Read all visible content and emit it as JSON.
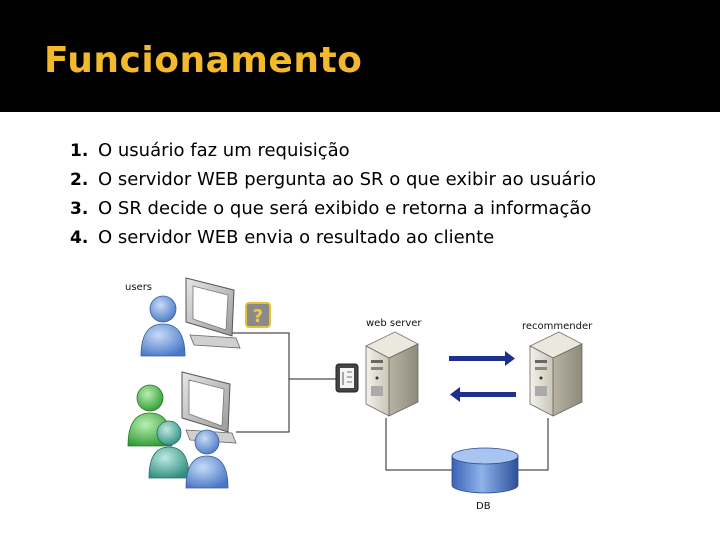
{
  "title": "Funcionamento",
  "steps": [
    {
      "num": "1.",
      "text": "O usuário faz um requisição"
    },
    {
      "num": "2.",
      "text": "O servidor WEB pergunta ao SR o que exibir ao usuário"
    },
    {
      "num": "3.",
      "text": "O SR decide o que será exibido e retorna a informação"
    },
    {
      "num": "4.",
      "text": "O servidor WEB envia o resultado ao cliente"
    }
  ],
  "diagram": {
    "users_label": "users",
    "webserver_label": "web server",
    "recommender_label": "recommender",
    "db_label": "DB",
    "question_mark": "?"
  },
  "colors": {
    "header_bg": "#000000",
    "title": "#f2b92c",
    "arrow": "#1e2f8c",
    "db": "#4a78c8"
  }
}
